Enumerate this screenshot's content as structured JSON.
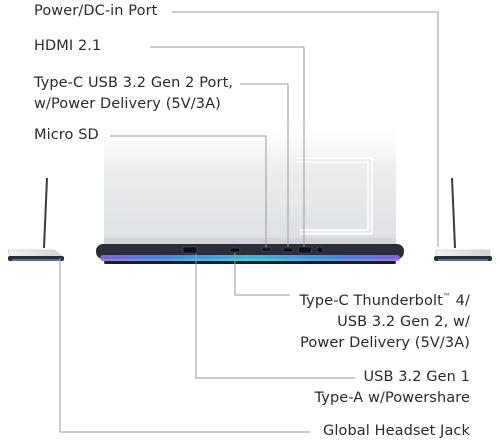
{
  "ports": {
    "power_dc_in": "Power/DC-in Port",
    "hdmi": "HDMI 2.1",
    "type_c_usb_line1": "Type-C USB 3.2 Gen 2 Port,",
    "type_c_usb_line2": "w/Power Delivery (5V/3A)",
    "micro_sd": "Micro SD",
    "thunderbolt_line1_a": "Type-C Thunderbolt",
    "thunderbolt_line1_tm": "™",
    "thunderbolt_line1_b": " 4/",
    "thunderbolt_line2": "USB 3.2 Gen 2, w/",
    "thunderbolt_line3": "Power Delivery (5V/3A)",
    "usb_a_line1": "USB 3.2 Gen 1",
    "usb_a_line2": "Type-A w/Powershare",
    "headset": "Global Headset Jack"
  },
  "colors": {
    "leader_line": "#9a9a9a",
    "chassis": "#e4e6e8",
    "chassis_shadow": "#c6c9cc",
    "base": "#2c2f38",
    "glow": "#5a7dd6"
  }
}
